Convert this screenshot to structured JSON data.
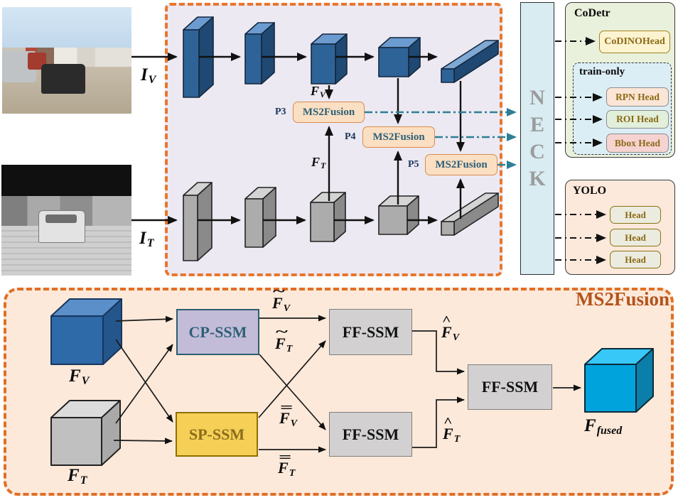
{
  "figure": {
    "type": "architecture-diagram"
  },
  "colors": {
    "panel_border_orange": "#E8762C",
    "backbone_panel_bg": "#ECE9F2",
    "fusion_panel_bg": "#FCE9DA",
    "teal_connector": "#2E7F96",
    "neck_bg": "#D8ECF2",
    "neck_letter_gray": "#9C9C9C",
    "codetr_bg": "#E9F0DB",
    "train_only_bg": "#DCEEF5",
    "yolo_bg": "#FCE9DB",
    "fusion_mini_bg": "#FBDFC2",
    "fusion_mini_border": "#D98C4F",
    "blue_block_front": "#2E6398",
    "gray_block_front": "#ACACAC",
    "cyan_block_front": "#00A3DB",
    "cp_ssm_bg": "#C3BCD9",
    "sp_ssm_bg": "#F6CF56",
    "ff_ssm_bg": "#D2D0D0",
    "head_text": "#8B6914",
    "fusion_title_color": "#B4531A"
  },
  "inputs": {
    "visible_label": {
      "base": "I",
      "sub": "V"
    },
    "thermal_label": {
      "base": "I",
      "sub": "T"
    }
  },
  "backbone": {
    "fv_label": {
      "base": "F",
      "sub": "V"
    },
    "ft_label": {
      "base": "F",
      "sub": "T"
    },
    "fusion_blocks": [
      {
        "tag": "P3",
        "label": "MS2Fusion"
      },
      {
        "tag": "P4",
        "label": "MS2Fusion"
      },
      {
        "tag": "P5",
        "label": "MS2Fusion"
      }
    ]
  },
  "neck": {
    "letters": [
      "N",
      "E",
      "C",
      "K"
    ]
  },
  "codetr": {
    "title": "CoDetr",
    "codino_label": "CoDINOHead",
    "train_only": {
      "title": "train-only",
      "heads": [
        "RPN Head",
        "ROI Head",
        "Bbox Head"
      ]
    }
  },
  "yolo": {
    "title": "YOLO",
    "heads": [
      "Head",
      "Head",
      "Head"
    ]
  },
  "fusion_detail": {
    "title": "MS2Fusion",
    "fv": {
      "base": "F",
      "sub": "V"
    },
    "ft": {
      "base": "F",
      "sub": "T"
    },
    "cp_ssm": "CP-SSM",
    "sp_ssm": "SP-SSM",
    "ff_ssm": "FF-SSM",
    "fv_tilde": {
      "accent": "~",
      "base": "F",
      "sub": "V"
    },
    "ft_tilde": {
      "accent": "~",
      "base": "F",
      "sub": "T"
    },
    "fv_bar": {
      "accent": "=",
      "base": "F",
      "sub": "V"
    },
    "ft_bar": {
      "accent": "=",
      "base": "F",
      "sub": "T"
    },
    "fv_hat": {
      "accent": "^",
      "base": "F",
      "sub": "V"
    },
    "ft_hat": {
      "accent": "^",
      "base": "F",
      "sub": "T"
    },
    "fused": {
      "base": "F",
      "sub": "fused"
    }
  }
}
